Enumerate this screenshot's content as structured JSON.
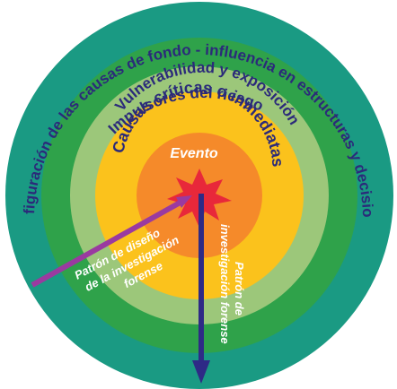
{
  "rings": [
    {
      "key": "outer",
      "label": "Configuración de las causas de fondo - influencia en estructuras y decisiones",
      "color": "#1a9a83",
      "text_color": "#2b2a7a"
    },
    {
      "key": "driver",
      "label": "Impulsores del riesgo",
      "color": "#2fa24a",
      "text_color": "#2b2a7a"
    },
    {
      "key": "vuln",
      "label": "Vulnerabilidad y exposición",
      "color": "#9cc77a",
      "text_color": "#2b2a7a"
    },
    {
      "key": "causes",
      "label": "Causas críticas o inmediatas",
      "color": "#fbc21c",
      "text_color": "#2b2a7a"
    },
    {
      "key": "core",
      "label": "",
      "color": "#f58a2a",
      "text_color": "#ffffff"
    }
  ],
  "event": {
    "label": "Evento",
    "star_color": "#e8283a",
    "text_color": "#ffffff"
  },
  "arrows": {
    "design": {
      "lines": [
        "Patrón de diseño",
        "de la investigación",
        "forense"
      ],
      "color": "#9a3aa0"
    },
    "forensic": {
      "lines": [
        "Patrón de",
        "investigación forense"
      ],
      "color": "#2e2a86"
    }
  },
  "background": "#ffffff"
}
